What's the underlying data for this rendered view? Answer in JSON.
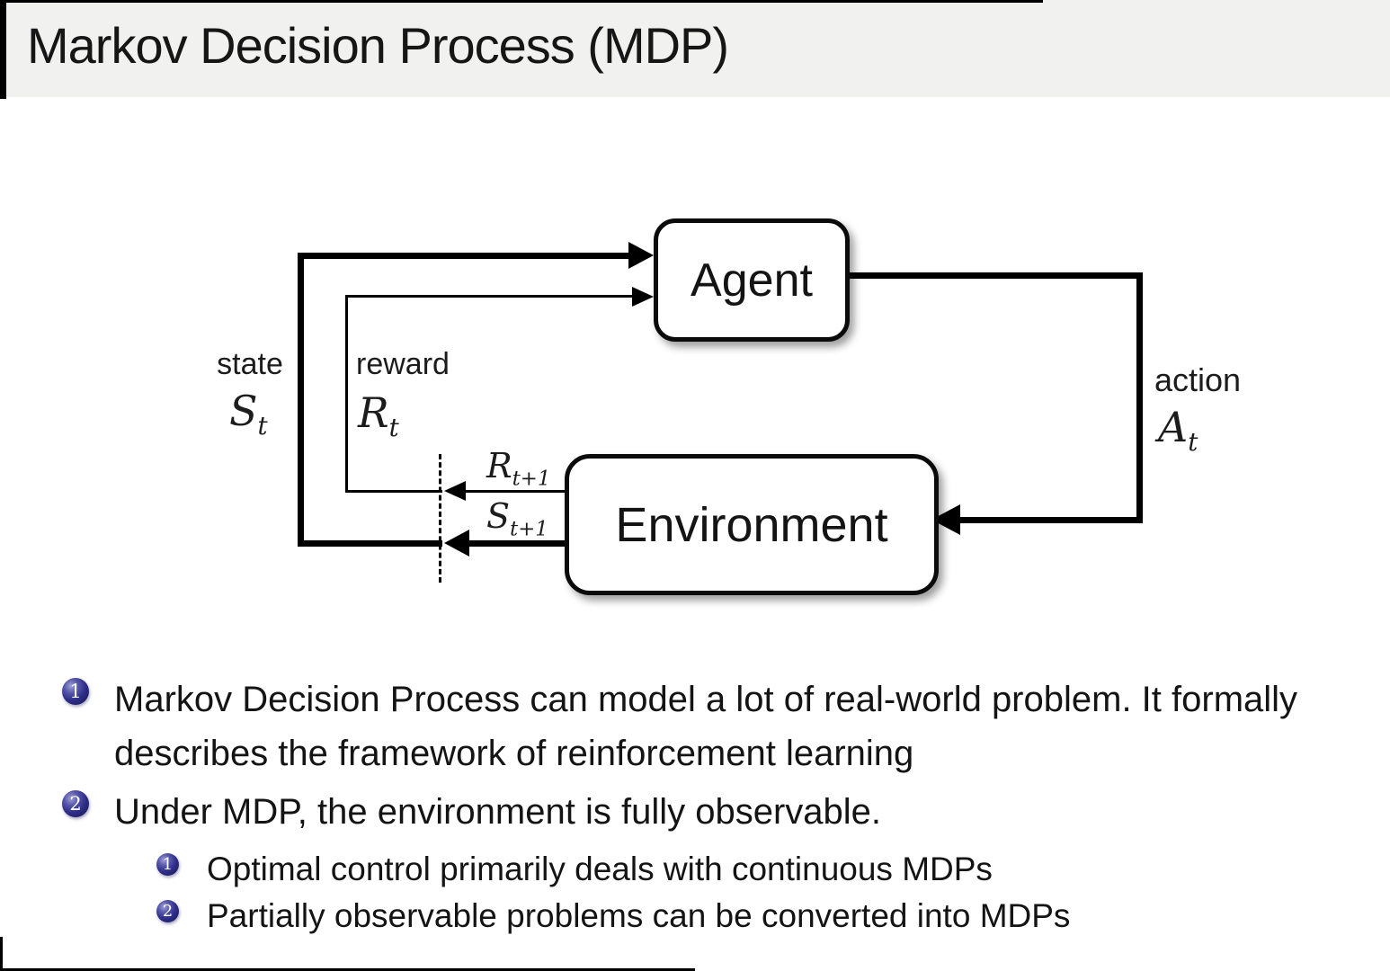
{
  "slide": {
    "title": "Markov Decision Process (MDP)"
  },
  "diagram": {
    "agent_label": "Agent",
    "environment_label": "Environment",
    "state": {
      "label": "state",
      "symbol": "S",
      "subscript": "t"
    },
    "reward": {
      "label": "reward",
      "symbol": "R",
      "subscript": "t"
    },
    "action": {
      "label": "action",
      "symbol": "A",
      "subscript": "t"
    },
    "next_reward": {
      "symbol": "R",
      "subscript": "t+1"
    },
    "next_state": {
      "symbol": "S",
      "subscript": "t+1"
    }
  },
  "bullets": {
    "item1": {
      "number": "1",
      "text": "Markov Decision Process can model a lot of real-world problem. It formally describes the framework of reinforcement learning"
    },
    "item2": {
      "number": "2",
      "text": "Under MDP, the environment is fully observable."
    },
    "sub1": {
      "number": "1",
      "text": "Optimal control primarily deals with continuous MDPs"
    },
    "sub2": {
      "number": "2",
      "text": "Partially observable problems can be converted into MDPs"
    }
  },
  "colors": {
    "title_background": "#f1f1f0",
    "bullet_ball": "#2e2e8a",
    "line_color": "#000000",
    "text_color": "#141414"
  }
}
